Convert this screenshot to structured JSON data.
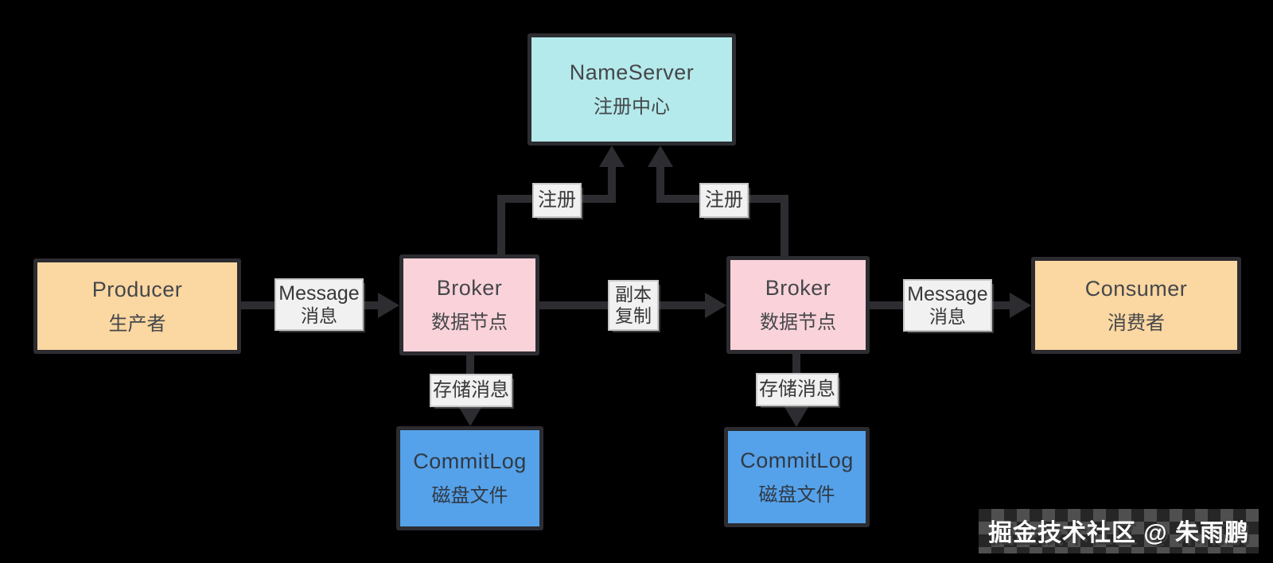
{
  "canvas": {
    "background": "#000000",
    "connector_color": "#2d2d31",
    "label_background": "#f1f1f1"
  },
  "nodes": {
    "nameserver": {
      "title": "NameServer",
      "subtitle": "注册中心",
      "fill": "#b4eaeb"
    },
    "producer": {
      "title": "Producer",
      "subtitle": "生产者",
      "fill": "#fbd7a1"
    },
    "broker_left": {
      "title": "Broker",
      "subtitle": "数据节点",
      "fill": "#fad3da"
    },
    "broker_right": {
      "title": "Broker",
      "subtitle": "数据节点",
      "fill": "#fad3da"
    },
    "consumer": {
      "title": "Consumer",
      "subtitle": "消费者",
      "fill": "#fbd7a1"
    },
    "commitlog_left": {
      "title": "CommitLog",
      "subtitle": "磁盘文件",
      "fill": "#55a2ea"
    },
    "commitlog_right": {
      "title": "CommitLog",
      "subtitle": "磁盘文件",
      "fill": "#55a2ea"
    }
  },
  "labels": {
    "message_left": {
      "line1": "Message",
      "line2": "消息"
    },
    "replicate": {
      "line1": "副本",
      "line2": "复制"
    },
    "message_right": {
      "line1": "Message",
      "line2": "消息"
    },
    "register_left": {
      "text": "注册"
    },
    "register_right": {
      "text": "注册"
    },
    "store_left": {
      "text": "存储消息"
    },
    "store_right": {
      "text": "存储消息"
    }
  },
  "watermark": {
    "text": "掘金技术社区 @ 朱雨鹏"
  }
}
